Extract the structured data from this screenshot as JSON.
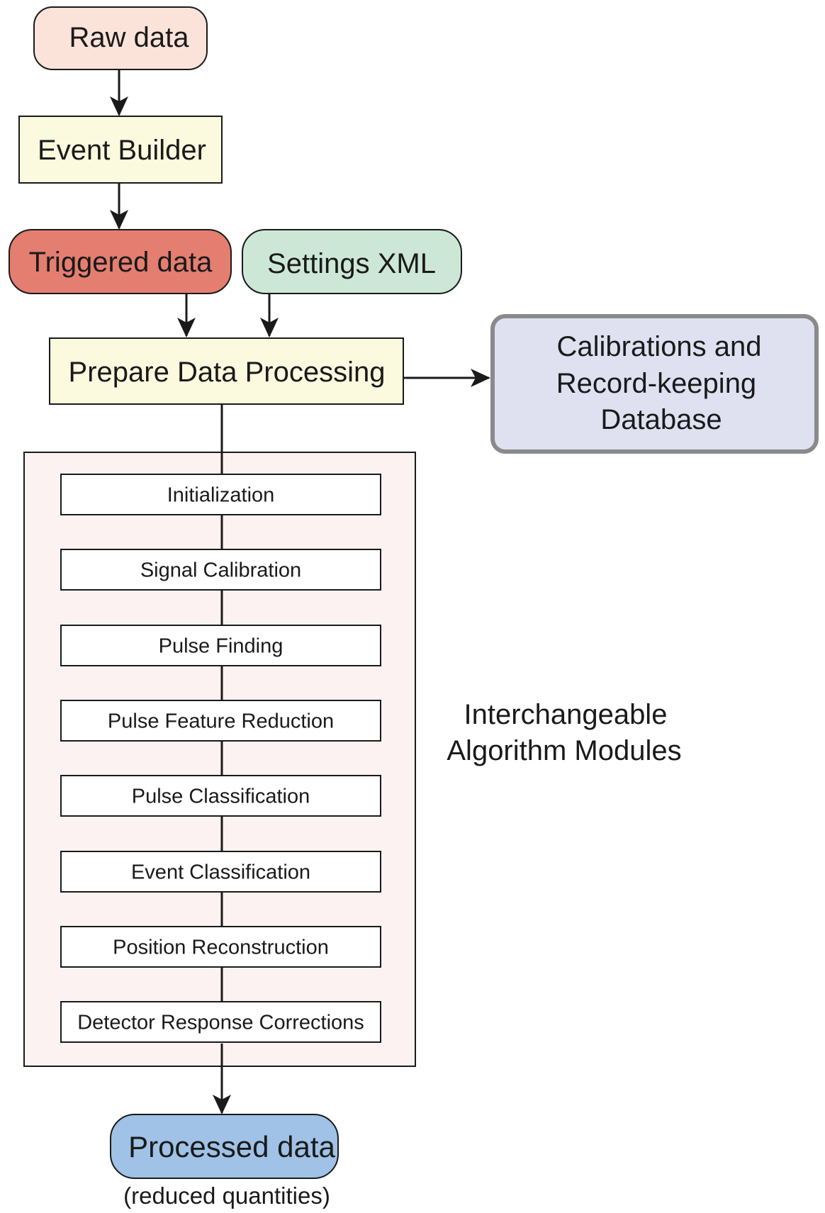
{
  "nodes": {
    "raw_data": "Raw data",
    "event_builder": "Event Builder",
    "triggered_data": "Triggered data",
    "settings_xml": "Settings XML",
    "prepare": "Prepare Data Processing",
    "database": [
      "Calibrations and",
      "Record-keeping",
      "Database"
    ],
    "processed_data": "Processed data",
    "processed_note": "(reduced quantities)"
  },
  "modules": {
    "steps": [
      "Initialization",
      "Signal Calibration",
      "Pulse Finding",
      "Pulse Feature Reduction",
      "Pulse Classification",
      "Event Classification",
      "Position Reconstruction",
      "Detector Response Corrections"
    ],
    "label": [
      "Interchangeable",
      "Algorithm Modules"
    ]
  },
  "colors": {
    "raw_data": "#fbe3da",
    "event_builder": "#fbfadf",
    "triggered_data": "#e47e70",
    "settings_xml": "#cde7d6",
    "prepare": "#fbfadf",
    "database": "#dfe1f1",
    "database_border": "#8a8a8a",
    "modules_panel": "#fdf2f2",
    "step_box": "#ffffff",
    "processed_data": "#9fc2e6",
    "line": "#1a1a1a"
  }
}
